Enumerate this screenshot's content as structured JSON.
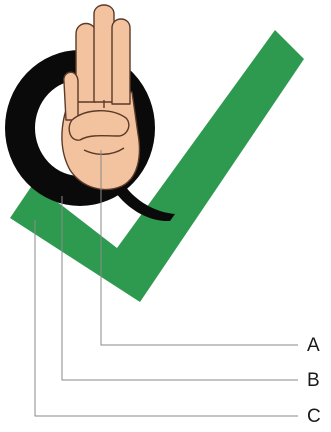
{
  "figure": {
    "colors": {
      "checkmark": "#2e9a4f",
      "q_letter": "#0a0a0a",
      "skin": "#f3c3a0",
      "skin_outline": "#5a3a28",
      "leader_line": "#8a8a8a",
      "label_text": "#1a1a1a"
    },
    "icons": [
      "checkmark-icon",
      "q-letter-icon",
      "three-finger-hand-icon"
    ],
    "callouts": [
      {
        "id": "A",
        "label": "A"
      },
      {
        "id": "B",
        "label": "B"
      },
      {
        "id": "C",
        "label": "C"
      }
    ]
  }
}
